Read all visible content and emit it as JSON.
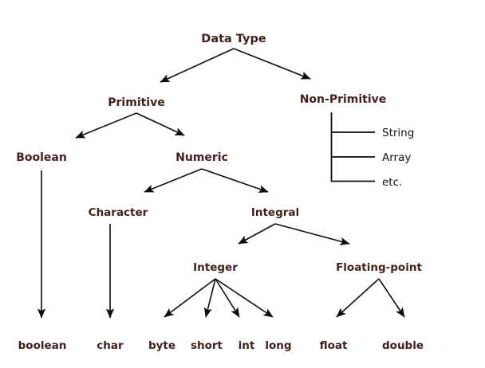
{
  "diagram": {
    "title": "Data Type hierarchy",
    "text_color": "#42211c",
    "line_color": "#0d0d0d",
    "background": "#ffffff",
    "nodes": {
      "root": "Data Type",
      "primitive": "Primitive",
      "non_primitive": "Non-Primitive",
      "boolean_group": "Boolean",
      "numeric": "Numeric",
      "character": "Character",
      "integral": "Integral",
      "integer": "Integer",
      "floating_point": "Floating-point"
    },
    "non_primitive_list": [
      "String",
      "Array",
      "etc."
    ],
    "leaves": [
      "boolean",
      "char",
      "byte",
      "short",
      "int",
      "long",
      "float",
      "double"
    ]
  }
}
